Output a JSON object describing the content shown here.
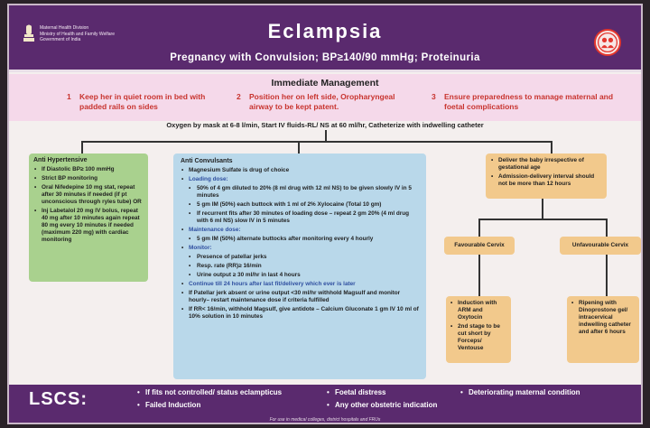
{
  "header": {
    "govt_lines": [
      "Maternal Health Division",
      "Ministry of Health and Family Welfare",
      "Government of India"
    ],
    "title": "Eclampsia",
    "subtitle": "Pregnancy with Convulsion; BP≥140/90 mmHg; Proteinuria"
  },
  "immediate": {
    "title": "Immediate Management",
    "items": [
      {
        "num": "1",
        "text": "Keep her in quiet room in bed with padded rails on sides"
      },
      {
        "num": "2",
        "text": "Position her on left side, Oropharyngeal airway to be kept patent."
      },
      {
        "num": "3",
        "text": "Ensure preparedness to manage maternal and foetal complications"
      }
    ],
    "oxygen": "Oxygen by mask at 6-8 l/min, Start IV fluids-RL/ NS at 60 ml/hr, Catheterize with indwelling catheter"
  },
  "anti_hypertensive": {
    "title": "Anti Hypertensive",
    "items": [
      "If Diastolic BP≥ 100 mmHg",
      "Strict BP monitoring",
      "Oral Nifedepine 10 mg stat, repeat after 30 minutes if needed (if pt unconscious through ryles tube) OR",
      "Inj Labetalol 20 mg IV bolus, repeat 40 mg after 10 minutes again repeat 80 mg every 10 minutes if needed (maximum 220 mg) with cardiac monitoring"
    ]
  },
  "anti_convulsants": {
    "title": "Anti Convulsants",
    "intro": "Magnesium Sulfate is drug of choice",
    "loading_label": "Loading dose:",
    "loading_items": [
      "50% of 4 gm diluted to 20% (8 ml drug with 12 ml NS) to be given slowly IV in 5 minutes",
      "5 gm IM (50%) each buttock with 1 ml of 2% Xylocaine (Total 10 gm)",
      "If recurrent fits after 30 minutes of loading dose – repeat 2 gm 20% (4 ml drug with 6 ml NS) slow IV in 5 minutes"
    ],
    "maintenance_label": "Maintenance dose:",
    "maintenance_items": [
      "5 gm IM (50%) alternate buttocks after monitoring every 4 hourly"
    ],
    "monitor_label": "Monitor:",
    "monitor_items": [
      "Presence of patellar jerks",
      "Resp. rate (RR)≥ 16/min",
      "Urine output ≥ 30 ml/hr in last 4 hours"
    ],
    "continue": "Continue till 24 hours after last fit/delivery which ever is later",
    "patellar": "If Patellar jerk absent or urine output <30 ml/hr withhold Magsulf and monitor hourly– restart maintenance dose if criteria fulfilled",
    "rr": "If RR< 16/min, withhold Magsulf, give antidote – Calcium Gluconate 1 gm IV 10 ml of 10% solution in 10 minutes"
  },
  "delivery": {
    "items": [
      "Deliver the baby irrespective of gestational age",
      "Admission-delivery interval should not be more than 12 hours"
    ]
  },
  "favourable": {
    "label": "Favourable Cervix",
    "items": [
      "Induction with ARM and Oxytocin",
      "2nd stage to be cut short by Forceps/ Ventouse"
    ]
  },
  "unfavourable": {
    "label": "Unfavourable Cervix",
    "items": [
      "Ripening with Dinoprostone gel/ intracervical indwelling catheter and after 6 hours"
    ]
  },
  "lscs": {
    "label": "LSCS:",
    "items": [
      "If fits not controlled/ status eclampticus",
      "Failed Induction",
      "Foetal distress",
      "Any other obstetric indication",
      "Deteriorating maternal condition"
    ]
  },
  "footer": "For use in medical colleges, district hospitals and FRUs",
  "colors": {
    "header": "#5a2a6e",
    "im_band": "#f5d9ea",
    "green": "#a9d18e",
    "blue": "#b9d8ea",
    "orange": "#f2c98c",
    "red_text": "#c8342f"
  }
}
